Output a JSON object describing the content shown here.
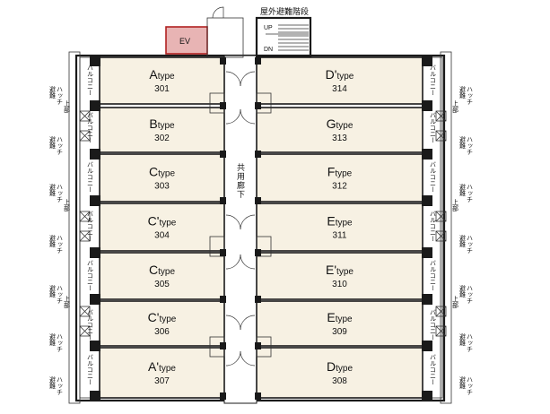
{
  "labels": {
    "stair": "屋外避難階段",
    "ev": "EV",
    "up": "UP",
    "dn": "DN",
    "corridor": "共用廊下",
    "balcony": "バルコニー",
    "hatch_1": "避難",
    "hatch_2": "ハッチ",
    "upper_1": "上部",
    "upper_2": "避難",
    "upper_3": "ハッチ"
  },
  "left_units": [
    {
      "letter": "A",
      "suffix": "type",
      "number": "301"
    },
    {
      "letter": "B",
      "suffix": "type",
      "number": "302"
    },
    {
      "letter": "C",
      "suffix": "type",
      "number": "303"
    },
    {
      "letter": "C'",
      "suffix": "type",
      "number": "304"
    },
    {
      "letter": "C",
      "suffix": "type",
      "number": "305"
    },
    {
      "letter": "C'",
      "suffix": "type",
      "number": "306"
    },
    {
      "letter": "A'",
      "suffix": "type",
      "number": "307"
    }
  ],
  "right_units": [
    {
      "letter": "D'",
      "suffix": "type",
      "number": "314"
    },
    {
      "letter": "G",
      "suffix": "type",
      "number": "313"
    },
    {
      "letter": "F",
      "suffix": "type",
      "number": "312"
    },
    {
      "letter": "E",
      "suffix": "type",
      "number": "311"
    },
    {
      "letter": "E'",
      "suffix": "type",
      "number": "310"
    },
    {
      "letter": "E",
      "suffix": "type",
      "number": "309"
    },
    {
      "letter": "D",
      "suffix": "type",
      "number": "308"
    }
  ],
  "colors": {
    "unit_fill": "#f7f1e3",
    "ev_fill": "#e8b4b4",
    "ev_border": "#b02020"
  }
}
